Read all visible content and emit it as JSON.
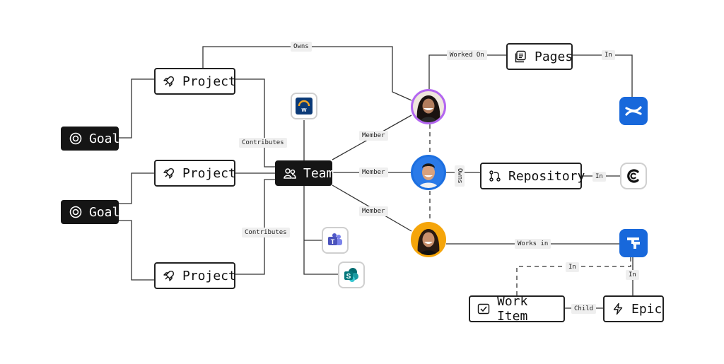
{
  "nodes": {
    "goal_1": "Goal",
    "goal_2": "Goal",
    "project_1": "Project",
    "project_2": "Project",
    "project_3": "Project",
    "team": "Team",
    "pages": "Pages",
    "repository": "Repository",
    "work_item": "Work Item",
    "epic": "Epic"
  },
  "edges": {
    "owns_top": "Owns",
    "contributes_1": "Contributes",
    "contributes_2": "Contributes",
    "member_1": "Member",
    "member_2": "Member",
    "member_3": "Member",
    "worked_on": "Worked On",
    "in_pages": "In",
    "owns_repo": "Owns",
    "in_repo": "In",
    "works_in": "Works in",
    "in_dashed": "In",
    "in_epic": "In",
    "child": "Child"
  },
  "icons": {
    "goal": "target-icon",
    "project": "rocket-icon",
    "team": "people-icon",
    "pages": "pages-icon",
    "repository": "git-branch-icon",
    "work_item": "checkbox-icon",
    "epic": "lightning-icon",
    "apps": [
      "workday-icon",
      "teams-icon",
      "sharepoint-icon",
      "confluence-icon",
      "codacy-icon",
      "jira-icon"
    ]
  },
  "colors": {
    "dark_node": "#151515",
    "brand_blue": "#1868db",
    "avatar_purple": "#b366f0",
    "avatar_blue": "#1c6fe0",
    "avatar_amber": "#f5a50a"
  }
}
